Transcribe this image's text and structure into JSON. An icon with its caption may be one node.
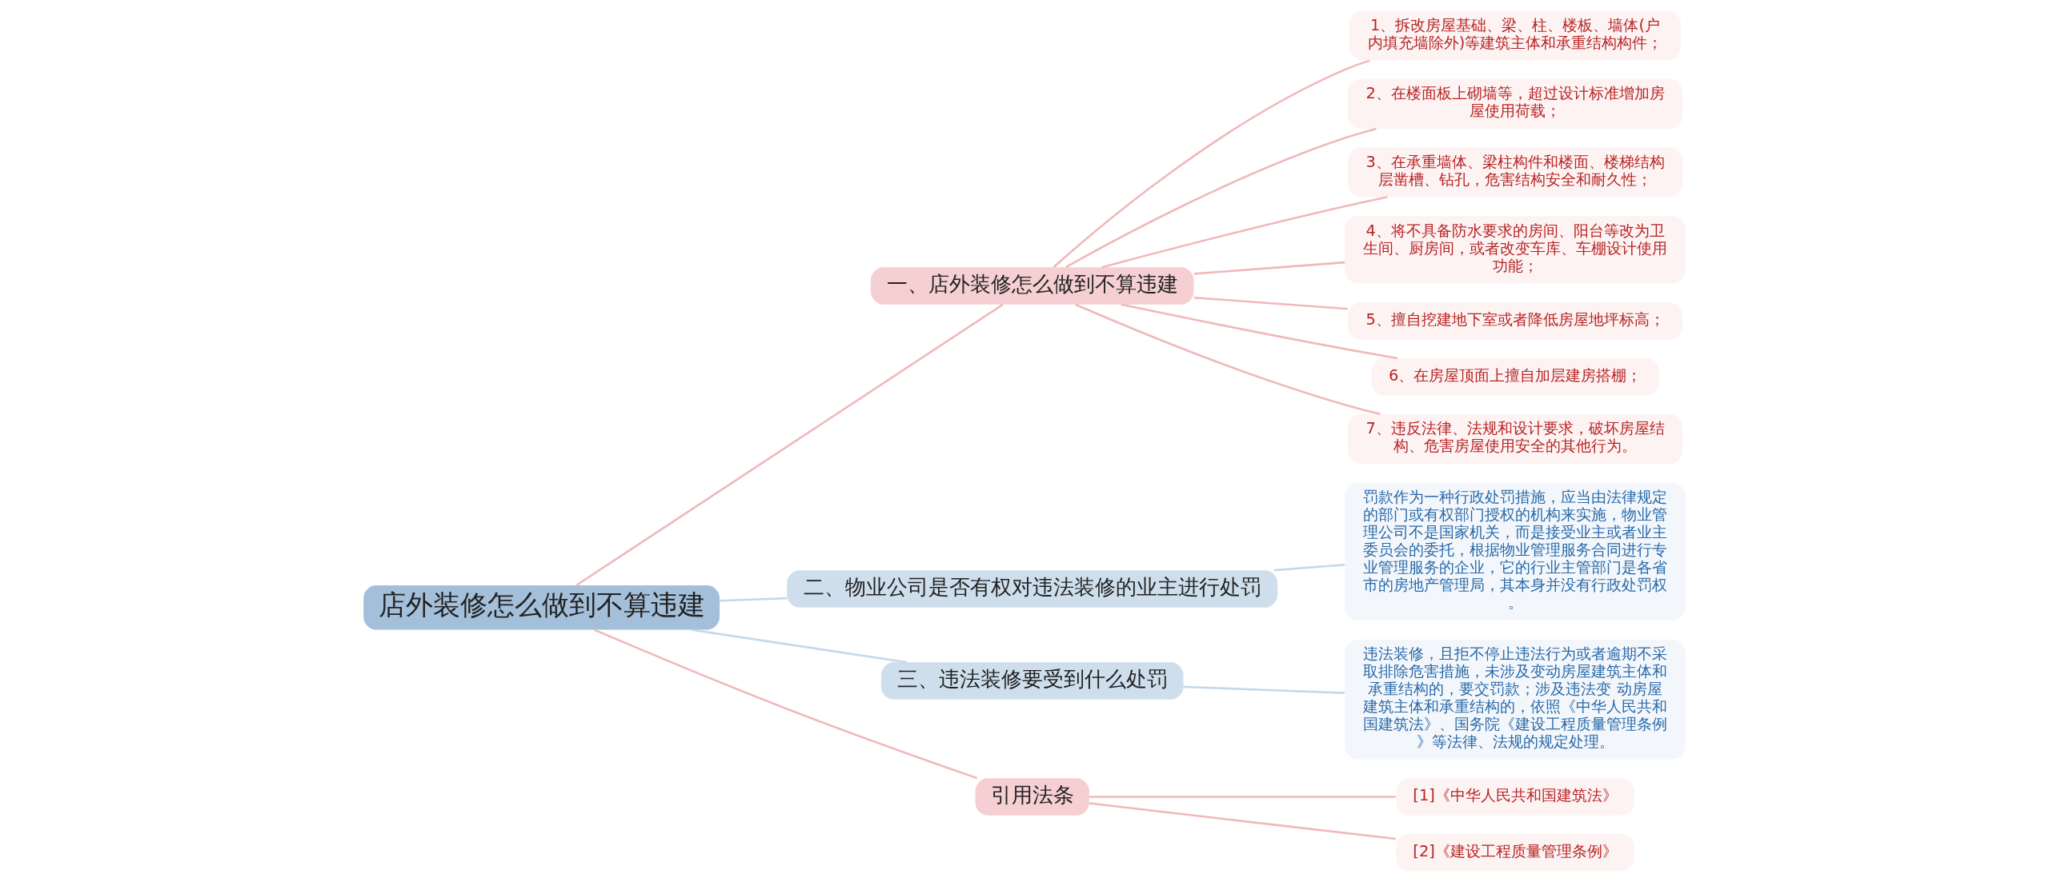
{
  "diagram": {
    "nodes": [
      {
        "text": [
          "店外装修怎么做到不算违建"
        ]
      },
      {
        "text": [
          "一、店外装修怎么做到不算违建"
        ]
      },
      {
        "text": [
          "1、拆改房屋基础、梁、柱、楼板、墙体(户内填充墙除外)等建筑主体和承重结构构件；"
        ]
      },
      {
        "text": [
          "2、在楼面板上砌墙等，超过设计标准增加房屋使用荷载；"
        ]
      },
      {
        "text": [
          "3、在承重墙体、梁柱构件和楼面、楼梯结构层凿槽、钻孔，危害结构安全和耐久性；"
        ]
      },
      {
        "text": [
          "4、将不具备防水要求的房间、阳台等改为卫生间、厨房间，或者改变车库、车棚设计使用功能；"
        ]
      },
      {
        "text": [
          "5、擅自挖建地下室或者降低房屋地坪标高；"
        ]
      },
      {
        "text": [
          "6、在房屋顶面上擅自加层建房搭棚；"
        ]
      },
      {
        "text": [
          "7、违反法律、法规和设计要求，破坏房屋结构、危害房屋使用安全的其他行为。"
        ]
      },
      {
        "text": [
          "二、物业公司是否有权对违法装修的业主进行处罚"
        ]
      },
      {
        "text": [
          "罚款作为一种行政处罚措施，应当由法律规定的部门或有权部门授权的机构来实施，物业管理公司不是国家机关，而是接受业主或者业主委员会的委托，根据物业管理服务合同进行专业管理服务的企业，它的行业主管部门是各省市的房地产管理局，其本身并没有行政处罚权。"
        ]
      },
      {
        "text": [
          "三、违法装修要受到什么处罚"
        ]
      },
      {
        "text": [
          "违法装修，且拒不停止违法行为或者逾期不采取排除危害措施，未涉及变动房屋建筑主体和承重结构的，要交罚款；涉及违法变 动房屋建筑主体和承重结构的，依照《中华人民共和国建筑法》、国务院《建设工程质量管理条例》等法律、法规的规定处理。"
        ]
      },
      {
        "text": [
          "引用法条"
        ]
      },
      {
        "text": [
          "[1]《中华人民共和国建筑法》"
        ]
      },
      {
        "text": [
          "[2]《建设工程质量管理条例》"
        ]
      }
    ],
    "edges": [
      {
        "from": 0,
        "to": 1,
        "arrow": "none"
      },
      {
        "from": 1,
        "to": 2,
        "arrow": "none"
      },
      {
        "from": 1,
        "to": 3,
        "arrow": "none"
      },
      {
        "from": 1,
        "to": 4,
        "arrow": "none"
      },
      {
        "from": 1,
        "to": 5,
        "arrow": "none"
      },
      {
        "from": 1,
        "to": 6,
        "arrow": "none"
      },
      {
        "from": 1,
        "to": 7,
        "arrow": "none"
      },
      {
        "from": 1,
        "to": 8,
        "arrow": "none"
      },
      {
        "from": 0,
        "to": 9,
        "arrow": "none",
        "color": "#c5d8ea"
      },
      {
        "from": 9,
        "to": 10,
        "arrow": "none",
        "color": "#c5d8ea"
      },
      {
        "from": 0,
        "to": 11,
        "arrow": "none",
        "color": "#c5d8ea"
      },
      {
        "from": 11,
        "to": 12,
        "arrow": "none",
        "color": "#c5d8ea"
      },
      {
        "from": 0,
        "to": 13,
        "arrow": "none"
      },
      {
        "from": 13,
        "to": 14,
        "arrow": "none"
      },
      {
        "from": 13,
        "to": 15,
        "arrow": "none"
      }
    ]
  }
}
